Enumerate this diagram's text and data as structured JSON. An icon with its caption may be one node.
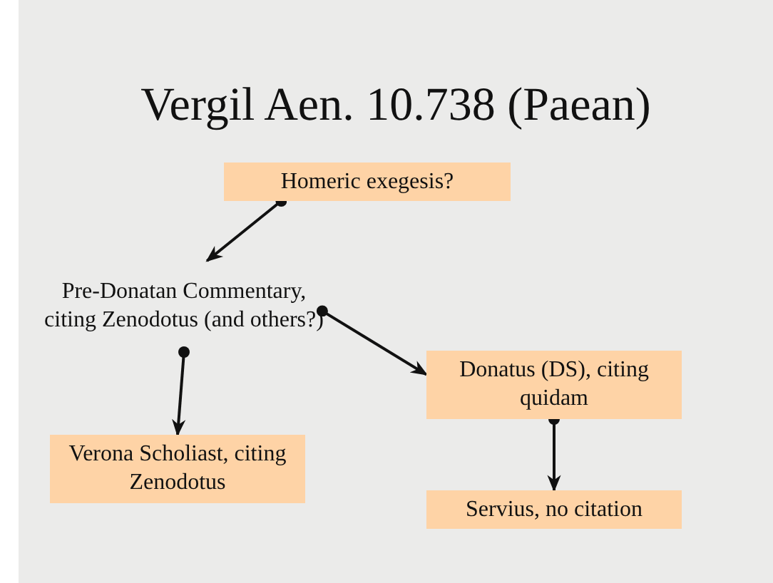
{
  "diagram": {
    "title": "Vergil Aen. 10.738 (Paean)",
    "nodes": [
      {
        "text": [
          "Homeric exegesis?"
        ]
      },
      {
        "text": [
          "Pre-Donatan Commentary, citing Zenodotus (and others?)"
        ]
      },
      {
        "text": [
          "Donatus (DS), citing quidam"
        ]
      },
      {
        "text": [
          "Verona Scholiast, citing Zenodotus"
        ]
      },
      {
        "text": [
          "Servius, no citation"
        ]
      }
    ],
    "edges": [
      {
        "from": 0,
        "to": 1,
        "arrow": "to"
      },
      {
        "from": 1,
        "to": 2,
        "arrow": "to"
      },
      {
        "from": 1,
        "to": 3,
        "arrow": "to"
      },
      {
        "from": 2,
        "to": 4,
        "arrow": "to"
      }
    ]
  }
}
